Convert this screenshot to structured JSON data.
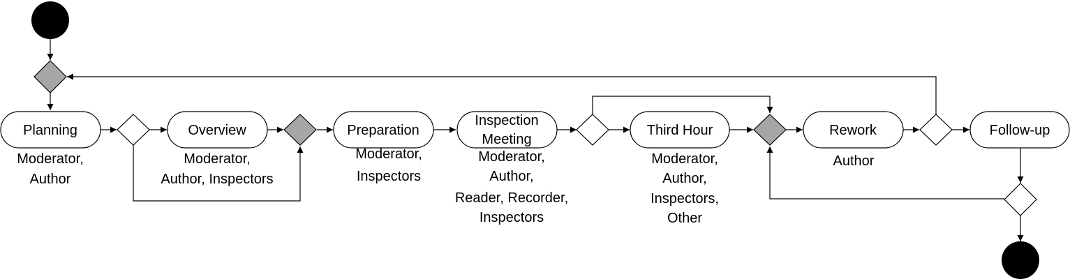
{
  "activities": {
    "planning": {
      "label": "Planning",
      "roles": [
        "Moderator,",
        "Author"
      ]
    },
    "overview": {
      "label": "Overview",
      "roles": [
        "Moderator,",
        "Author, Inspectors"
      ]
    },
    "preparation": {
      "label": "Preparation",
      "roles": [
        "Moderator,",
        "Inspectors"
      ]
    },
    "inspection_meeting": {
      "label_lines": [
        "Inspection",
        "Meeting"
      ],
      "roles": [
        "Moderator,",
        "Author,",
        "Reader, Recorder,",
        "Inspectors"
      ]
    },
    "third_hour": {
      "label": "Third Hour",
      "roles": [
        "Moderator,",
        "Author,",
        "Inspectors,",
        "Other"
      ]
    },
    "rework": {
      "label": "Rework",
      "roles": [
        "Author"
      ]
    },
    "follow_up": {
      "label": "Follow-up",
      "roles": []
    }
  },
  "colors": {
    "terminal": "#000000",
    "merge_decision": "#a6a6a6",
    "branch_decision": "#ffffff"
  }
}
